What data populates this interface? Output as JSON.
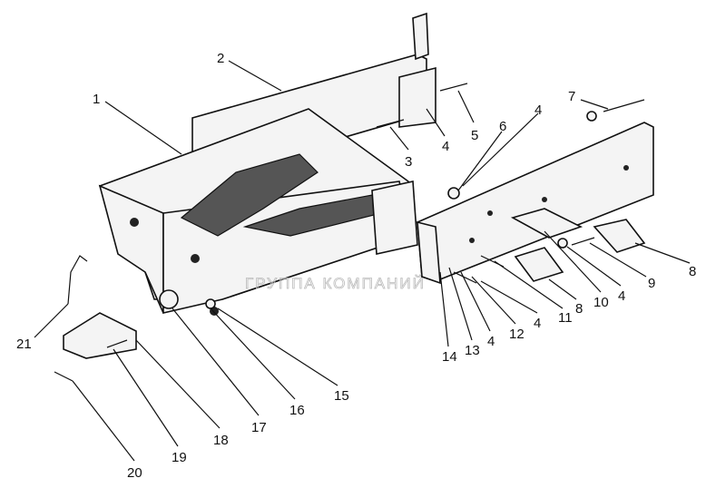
{
  "diagram": {
    "callouts": [
      "1",
      "2",
      "3",
      "4",
      "5",
      "6",
      "4",
      "7",
      "8",
      "9",
      "4",
      "10",
      "8",
      "11",
      "4",
      "12",
      "4",
      "13",
      "14",
      "15",
      "16",
      "17",
      "18",
      "19",
      "20",
      "21"
    ],
    "watermark": "ГРУППА КОМПАНИЙ"
  }
}
